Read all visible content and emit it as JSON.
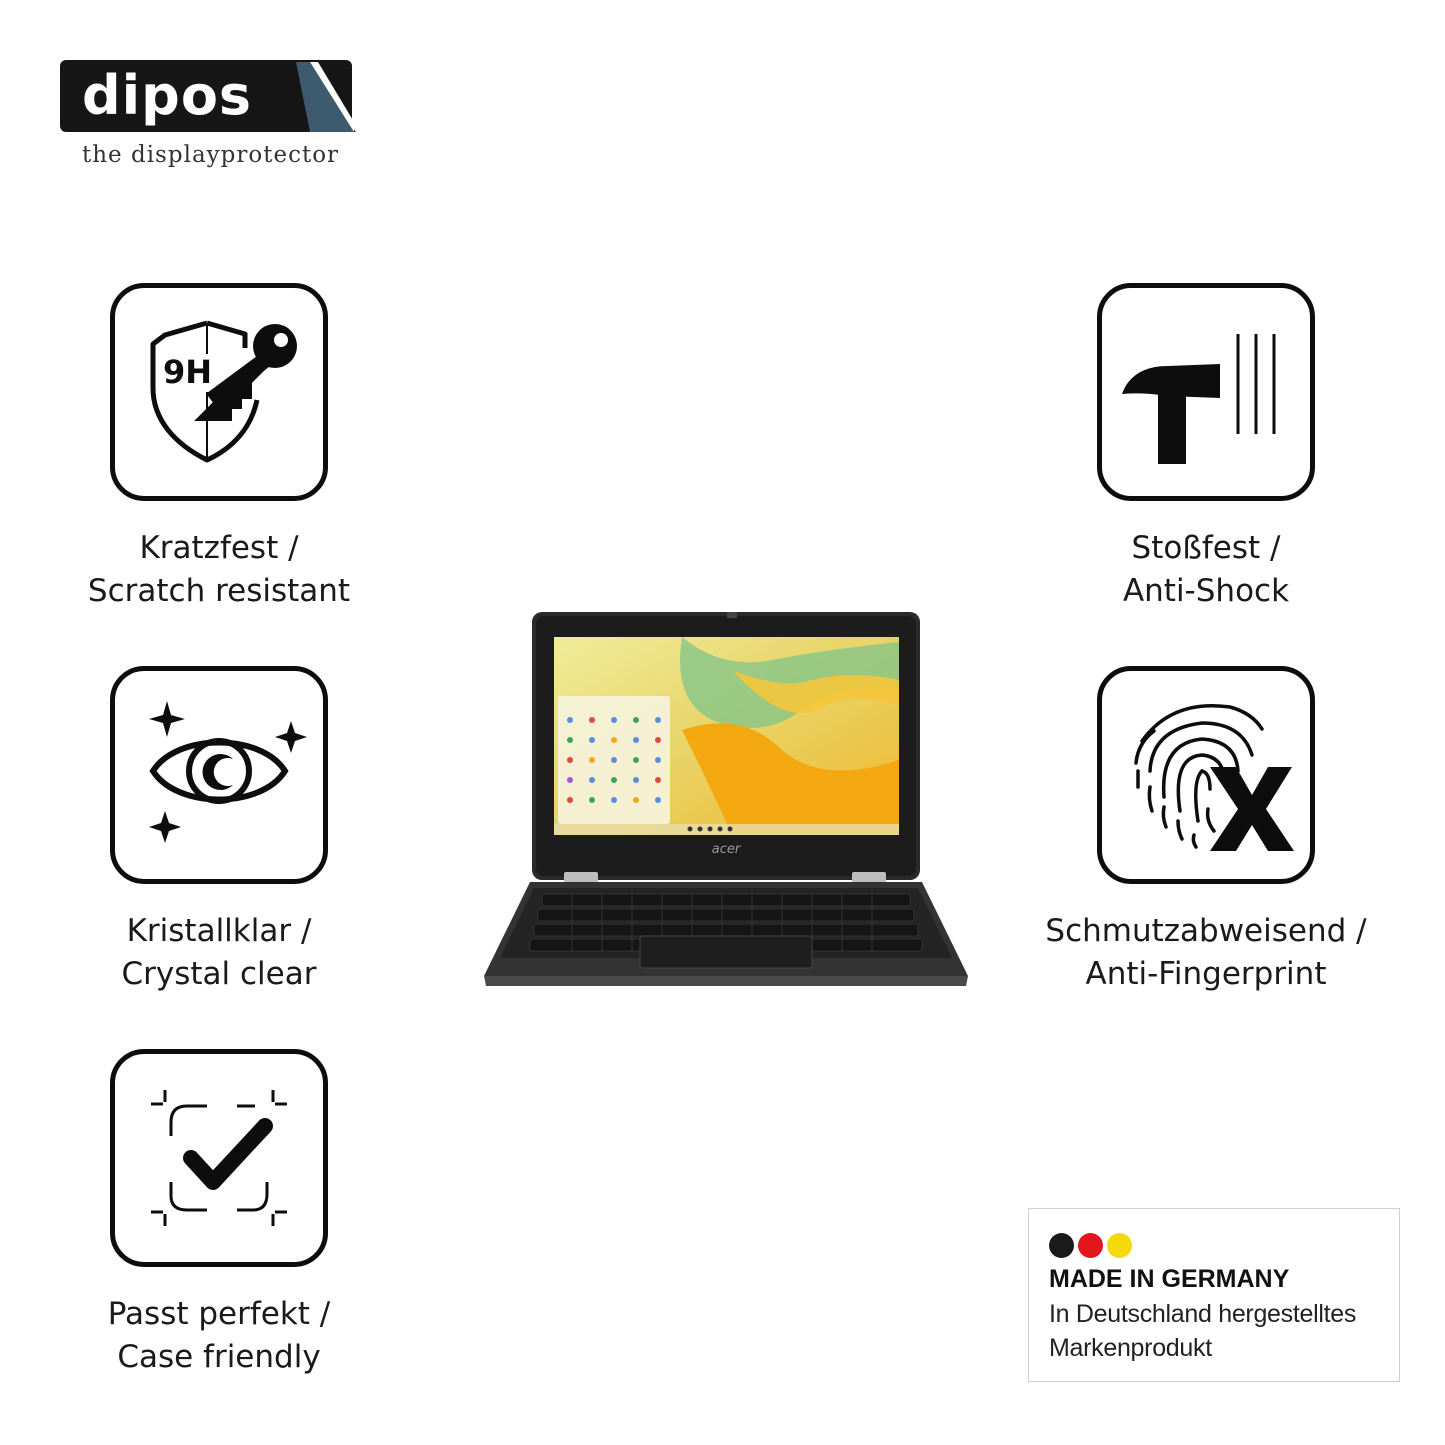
{
  "brand": {
    "name": "dipos",
    "tagline": "the displayprotector"
  },
  "features": [
    {
      "icon": "shield-key-icon",
      "badge": "9H",
      "line1": "Kratzfest /",
      "line2": "Scratch resistant"
    },
    {
      "icon": "eye-sparkle-icon",
      "line1": "Kristallklar /",
      "line2": "Crystal clear"
    },
    {
      "icon": "frame-check-icon",
      "line1": "Passt perfekt /",
      "line2": "Case friendly"
    },
    {
      "icon": "hammer-icon",
      "line1": "Stoßfest /",
      "line2": "Anti-Shock"
    },
    {
      "icon": "fingerprint-x-icon",
      "line1": "Schmutzabweisend /",
      "line2": "Anti-Fingerprint"
    }
  ],
  "product": {
    "icon": "laptop-image",
    "brand_label": "acer"
  },
  "made_in_germany": {
    "title": "MADE IN GERMANY",
    "line1": "In Deutschland hergestelltes",
    "line2": "Markenprodukt",
    "flag_colors": [
      "#1a1a1a",
      "#e3161b",
      "#f5d90a"
    ]
  }
}
